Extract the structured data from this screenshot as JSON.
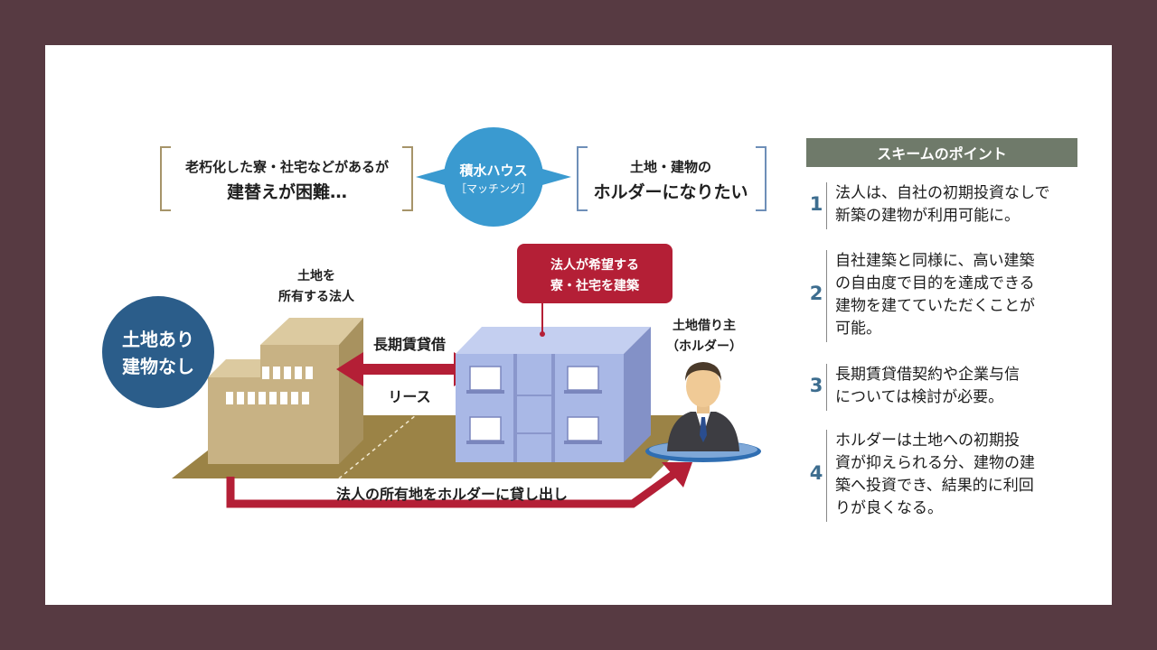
{
  "diagram": {
    "need_left": {
      "line1": "老朽化した寮・社宅などがあるが",
      "line2": "建替えが困難…"
    },
    "matcher": {
      "name": "積水ハウス",
      "role": "［マッチング］"
    },
    "need_right": {
      "line1": "土地・建物の",
      "line2": "ホルダーになりたい"
    },
    "land_badge": {
      "line1": "土地あり",
      "line2": "建物なし"
    },
    "land_owner": {
      "line1": "土地を",
      "line2": "所有する法人"
    },
    "lease_label": "長期賃貸借",
    "lease_sub": "リース",
    "build_callout": {
      "line1": "法人が希望する",
      "line2": "寮・社宅を建築"
    },
    "holder": {
      "line1": "土地借り主",
      "line2": "（ホルダー）"
    },
    "bottom_arrow": "法人の所有地をホルダーに貸し出し"
  },
  "scheme": {
    "title": "スキームのポイント",
    "points": [
      {
        "num": "1",
        "lines": [
          "法人は、自社の初期投資なしで",
          "新築の建物が利用可能に。"
        ]
      },
      {
        "num": "2",
        "lines": [
          "自社建築と同様に、高い建築",
          "の自由度で目的を達成できる",
          "建物を建てていただくことが",
          "可能。"
        ]
      },
      {
        "num": "3",
        "lines": [
          "長期賃貸借契約や企業与信",
          "については検討が必要。"
        ]
      },
      {
        "num": "4",
        "lines": [
          "ホルダーは土地への初期投",
          "資が抑えられる分、建物の建",
          "築へ投資でき、結果的に利回",
          "りが良くなる。"
        ]
      }
    ]
  },
  "colors": {
    "background": "#573a42",
    "accent_red": "#b41f36",
    "matcher_blue": "#3a9ad0",
    "badge_navy": "#2b5d8a",
    "header_gray": "#6f7a6a",
    "building_tan": "#c8b284",
    "building_blue": "#a9b8e6",
    "ground": "#9b8346"
  },
  "icons": [
    "person-icon",
    "building-icon",
    "double-arrow-icon"
  ]
}
